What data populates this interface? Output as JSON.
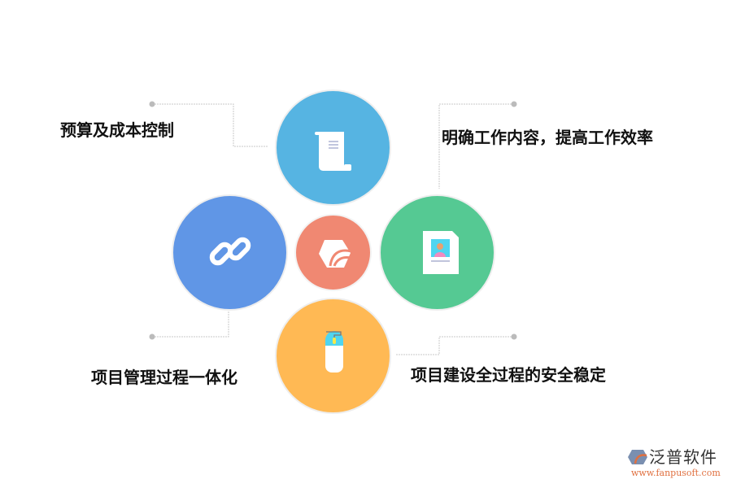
{
  "items": [
    {
      "label": "预算及成本控制",
      "color": "#56b4e2",
      "icon": "scroll-icon"
    },
    {
      "label": "明确工作内容，提高工作效率",
      "color": "#55c993",
      "icon": "profile-document-icon"
    },
    {
      "label": "项目管理过程一体化",
      "color": "#6096e6",
      "icon": "link-icon"
    },
    {
      "label": "项目建设全过程的安全稳定",
      "color": "#ffb954",
      "icon": "mouse-icon"
    }
  ],
  "center": {
    "color": "#f08872",
    "icon": "brand-logo-icon"
  },
  "watermark": {
    "name": "泛普软件",
    "url": "www.fanpusoft.com"
  }
}
